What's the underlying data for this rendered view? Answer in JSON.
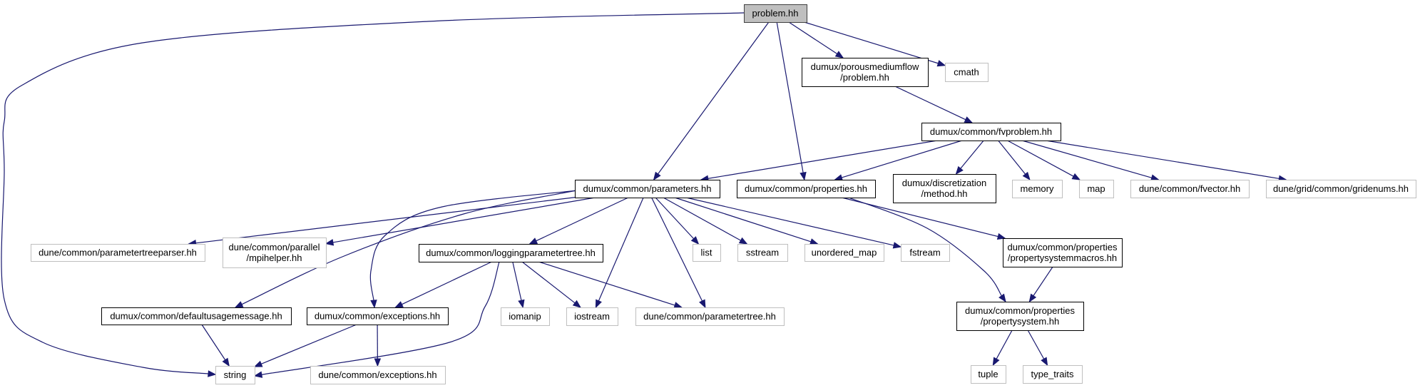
{
  "graph": {
    "title": "problem.hh",
    "edge_color": "#191970",
    "root_fill": "#bfbfbf",
    "external_border": "#bfbfbf",
    "nodes": [
      {
        "id": "problem",
        "lines": [
          "problem.hh"
        ],
        "kind": "root"
      },
      {
        "id": "pmf_problem",
        "lines": [
          "dumux/porousmediumflow",
          "/problem.hh"
        ],
        "kind": "linked"
      },
      {
        "id": "cmath",
        "lines": [
          "cmath"
        ],
        "kind": "external"
      },
      {
        "id": "fvproblem",
        "lines": [
          "dumux/common/fvproblem.hh"
        ],
        "kind": "linked"
      },
      {
        "id": "parameters",
        "lines": [
          "dumux/common/parameters.hh"
        ],
        "kind": "linked"
      },
      {
        "id": "properties",
        "lines": [
          "dumux/common/properties.hh"
        ],
        "kind": "linked"
      },
      {
        "id": "method",
        "lines": [
          "dumux/discretization",
          "/method.hh"
        ],
        "kind": "linked"
      },
      {
        "id": "memory",
        "lines": [
          "memory"
        ],
        "kind": "external"
      },
      {
        "id": "map",
        "lines": [
          "map"
        ],
        "kind": "external"
      },
      {
        "id": "fvector",
        "lines": [
          "dune/common/fvector.hh"
        ],
        "kind": "external"
      },
      {
        "id": "gridenums",
        "lines": [
          "dune/grid/common/gridenums.hh"
        ],
        "kind": "external"
      },
      {
        "id": "ptreeparser",
        "lines": [
          "dune/common/parametertreeparser.hh"
        ],
        "kind": "external"
      },
      {
        "id": "mpihelper",
        "lines": [
          "dune/common/parallel",
          "/mpihelper.hh"
        ],
        "kind": "external"
      },
      {
        "id": "logging",
        "lines": [
          "dumux/common/loggingparametertree.hh"
        ],
        "kind": "linked"
      },
      {
        "id": "list",
        "lines": [
          "list"
        ],
        "kind": "external"
      },
      {
        "id": "sstream",
        "lines": [
          "sstream"
        ],
        "kind": "external"
      },
      {
        "id": "unordered_map",
        "lines": [
          "unordered_map"
        ],
        "kind": "external"
      },
      {
        "id": "fstream",
        "lines": [
          "fstream"
        ],
        "kind": "external"
      },
      {
        "id": "psmacros",
        "lines": [
          "dumux/common/properties",
          "/propertysystemmacros.hh"
        ],
        "kind": "linked"
      },
      {
        "id": "defaultusage",
        "lines": [
          "dumux/common/defaultusagemessage.hh"
        ],
        "kind": "linked"
      },
      {
        "id": "dumux_exceptions",
        "lines": [
          "dumux/common/exceptions.hh"
        ],
        "kind": "linked"
      },
      {
        "id": "iomanip",
        "lines": [
          "iomanip"
        ],
        "kind": "external"
      },
      {
        "id": "iostream",
        "lines": [
          "iostream"
        ],
        "kind": "external"
      },
      {
        "id": "ptree",
        "lines": [
          "dune/common/parametertree.hh"
        ],
        "kind": "external"
      },
      {
        "id": "propertysystem",
        "lines": [
          "dumux/common/properties",
          "/propertysystem.hh"
        ],
        "kind": "linked"
      },
      {
        "id": "string",
        "lines": [
          "string"
        ],
        "kind": "external"
      },
      {
        "id": "dune_exceptions",
        "lines": [
          "dune/common/exceptions.hh"
        ],
        "kind": "external"
      },
      {
        "id": "tuple",
        "lines": [
          "tuple"
        ],
        "kind": "external"
      },
      {
        "id": "type_traits",
        "lines": [
          "type_traits"
        ],
        "kind": "external"
      }
    ],
    "edges": [
      [
        "problem",
        "string"
      ],
      [
        "problem",
        "parameters"
      ],
      [
        "problem",
        "properties"
      ],
      [
        "problem",
        "pmf_problem"
      ],
      [
        "problem",
        "cmath"
      ],
      [
        "pmf_problem",
        "fvproblem"
      ],
      [
        "fvproblem",
        "parameters"
      ],
      [
        "fvproblem",
        "properties"
      ],
      [
        "fvproblem",
        "method"
      ],
      [
        "fvproblem",
        "memory"
      ],
      [
        "fvproblem",
        "map"
      ],
      [
        "fvproblem",
        "fvector"
      ],
      [
        "fvproblem",
        "gridenums"
      ],
      [
        "parameters",
        "ptreeparser"
      ],
      [
        "parameters",
        "mpihelper"
      ],
      [
        "parameters",
        "defaultusage"
      ],
      [
        "parameters",
        "dumux_exceptions"
      ],
      [
        "parameters",
        "logging"
      ],
      [
        "parameters",
        "iostream"
      ],
      [
        "parameters",
        "ptree"
      ],
      [
        "parameters",
        "list"
      ],
      [
        "parameters",
        "sstream"
      ],
      [
        "parameters",
        "unordered_map"
      ],
      [
        "parameters",
        "fstream"
      ],
      [
        "properties",
        "psmacros"
      ],
      [
        "properties",
        "propertysystem"
      ],
      [
        "psmacros",
        "propertysystem"
      ],
      [
        "logging",
        "dumux_exceptions"
      ],
      [
        "logging",
        "string"
      ],
      [
        "logging",
        "iomanip"
      ],
      [
        "logging",
        "iostream"
      ],
      [
        "logging",
        "ptree"
      ],
      [
        "defaultusage",
        "string"
      ],
      [
        "dumux_exceptions",
        "string"
      ],
      [
        "dumux_exceptions",
        "dune_exceptions"
      ],
      [
        "propertysystem",
        "tuple"
      ],
      [
        "propertysystem",
        "type_traits"
      ]
    ]
  }
}
